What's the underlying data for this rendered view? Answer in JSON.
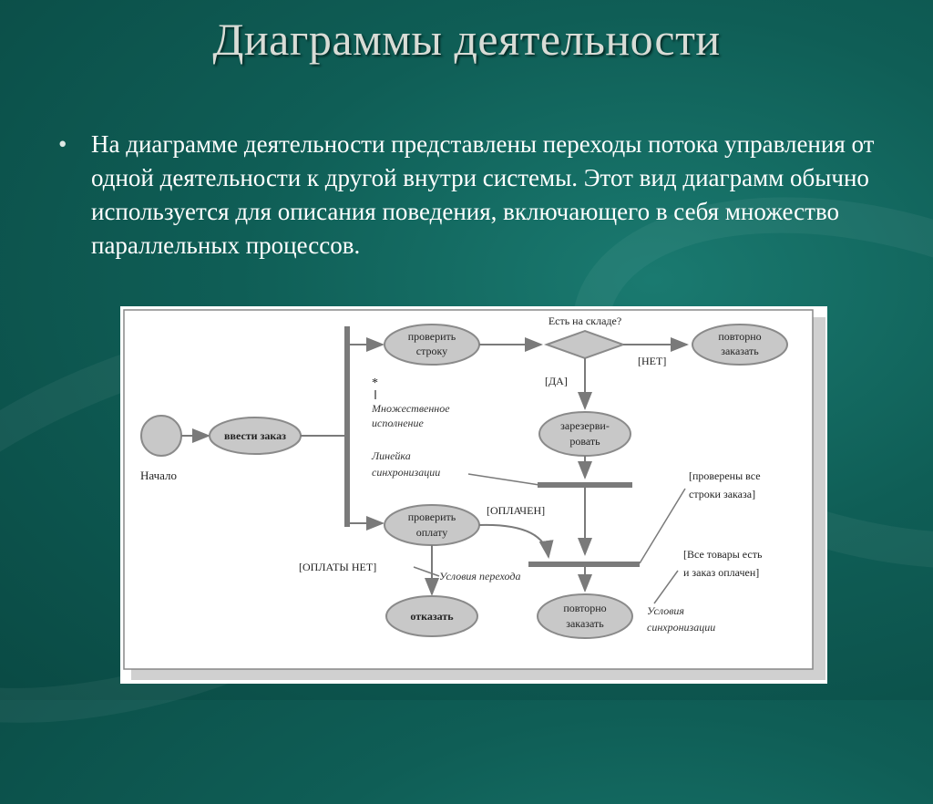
{
  "slide": {
    "title": "Диаграммы деятельности",
    "bullet": "На диаграмме деятельности представлены переходы потока управления от одной деятельности к другой внутри системы. Этот вид диаграмм обычно используется для описания поведения, включающего в себя множество параллельных процессов."
  },
  "diagram": {
    "start_label": "Начало",
    "enter_order": "ввести заказ",
    "check_line": [
      "проверить",
      "строку"
    ],
    "in_stock": "Есть на складе?",
    "no": "[НЕТ]",
    "yes": "[ДА]",
    "reorder_top": [
      "повторно",
      "заказать"
    ],
    "reserve": [
      "зарезерви-",
      "ровать"
    ],
    "check_payment": [
      "проверить",
      "оплату"
    ],
    "paid": "[ОПЛАЧЕН]",
    "not_paid": "[ОПЛАТЫ НЕТ]",
    "reject": "отказать",
    "reorder_bottom": [
      "повторно",
      "заказать"
    ],
    "multiplicity_star": "*",
    "multiplicity": [
      "Множественное",
      "исполнение"
    ],
    "sync_bar_label": [
      "Линейка",
      "синхронизации"
    ],
    "transition_cond": "Условия перехода",
    "all_lines_checked": [
      "[проверены все",
      "строки заказа]"
    ],
    "all_in_stock": [
      "[Все товары есть",
      "и заказ оплачен]"
    ],
    "sync_cond": [
      "Условия",
      "синхронизации"
    ]
  },
  "colors": {
    "background": "#0f5e56",
    "title": "#d8dcd6",
    "node_fill": "#c8c8c8",
    "line": "#7a7a7a"
  }
}
